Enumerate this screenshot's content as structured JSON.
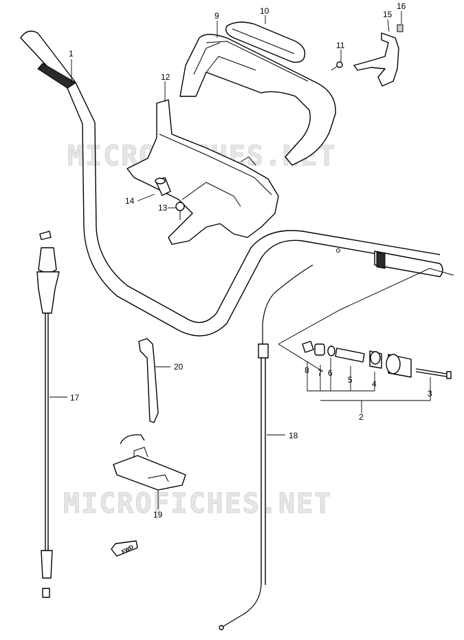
{
  "watermark": "MICROFICHES.NET",
  "fwd_badge": "FWD",
  "callouts": {
    "p1": "1",
    "p2": "2",
    "p3": "3",
    "p4": "4",
    "p5": "5",
    "p6": "6",
    "p7": "7",
    "p8": "8",
    "p9": "9",
    "p10": "10",
    "p11": "11",
    "p12": "12",
    "p13": "13",
    "p14": "14",
    "p15": "15",
    "p16": "16",
    "p17": "17",
    "p18": "18",
    "p19": "19",
    "p20": "20"
  },
  "colors": {
    "line": "#000000",
    "watermark": "#e6e6e6",
    "background": "#ffffff"
  }
}
